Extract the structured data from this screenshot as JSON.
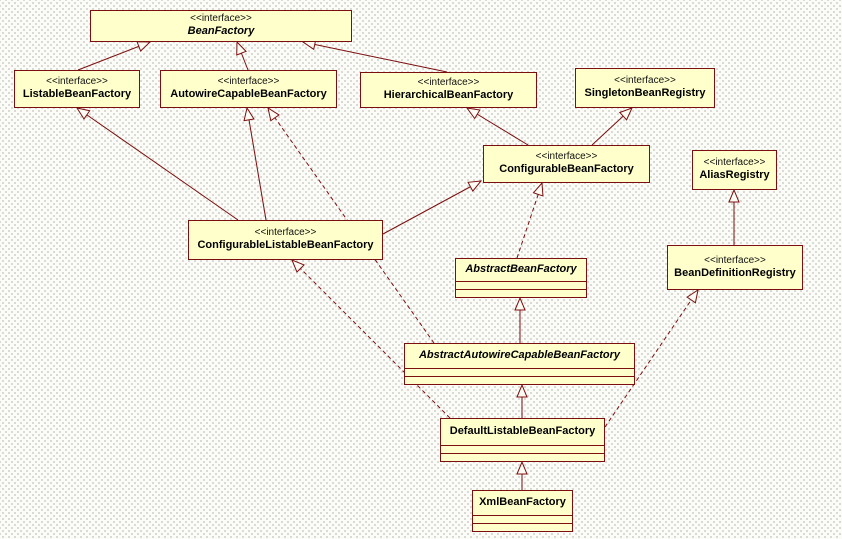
{
  "diagram": {
    "title": "Spring BeanFactory class hierarchy UML diagram",
    "stereotype_label": "<<interface>>",
    "colors": {
      "node_fill": "#ffffcc",
      "node_border": "#7c0f0f",
      "edge_line": "#7c0f0f",
      "background": "#fbfbf7",
      "background_dot": "#cfcfc9"
    },
    "nodes": [
      {
        "id": "BeanFactory",
        "name": "BeanFactory",
        "kind": "interface",
        "abstract": true
      },
      {
        "id": "ListableBeanFactory",
        "name": "ListableBeanFactory",
        "kind": "interface",
        "abstract": false
      },
      {
        "id": "AutowireCapableBeanFactory",
        "name": "AutowireCapableBeanFactory",
        "kind": "interface",
        "abstract": false
      },
      {
        "id": "HierarchicalBeanFactory",
        "name": "HierarchicalBeanFactory",
        "kind": "interface",
        "abstract": false
      },
      {
        "id": "SingletonBeanRegistry",
        "name": "SingletonBeanRegistry",
        "kind": "interface",
        "abstract": false
      },
      {
        "id": "ConfigurableBeanFactory",
        "name": "ConfigurableBeanFactory",
        "kind": "interface",
        "abstract": false
      },
      {
        "id": "AliasRegistry",
        "name": "AliasRegistry",
        "kind": "interface",
        "abstract": false
      },
      {
        "id": "ConfigurableListableBeanFactory",
        "name": "ConfigurableListableBeanFactory",
        "kind": "interface",
        "abstract": false
      },
      {
        "id": "AbstractBeanFactory",
        "name": "AbstractBeanFactory",
        "kind": "class",
        "abstract": true
      },
      {
        "id": "BeanDefinitionRegistry",
        "name": "BeanDefinitionRegistry",
        "kind": "interface",
        "abstract": false
      },
      {
        "id": "AbstractAutowireCapableBeanFactory",
        "name": "AbstractAutowireCapableBeanFactory",
        "kind": "class",
        "abstract": true
      },
      {
        "id": "DefaultListableBeanFactory",
        "name": "DefaultListableBeanFactory",
        "kind": "class",
        "abstract": false
      },
      {
        "id": "XmlBeanFactory",
        "name": "XmlBeanFactory",
        "kind": "class",
        "abstract": false
      }
    ],
    "edges": [
      {
        "from": "ListableBeanFactory",
        "to": "BeanFactory",
        "line": "solid",
        "relation": "extends"
      },
      {
        "from": "AutowireCapableBeanFactory",
        "to": "BeanFactory",
        "line": "solid",
        "relation": "extends"
      },
      {
        "from": "HierarchicalBeanFactory",
        "to": "BeanFactory",
        "line": "solid",
        "relation": "extends"
      },
      {
        "from": "ConfigurableBeanFactory",
        "to": "HierarchicalBeanFactory",
        "line": "solid",
        "relation": "extends"
      },
      {
        "from": "ConfigurableBeanFactory",
        "to": "SingletonBeanRegistry",
        "line": "solid",
        "relation": "extends"
      },
      {
        "from": "ConfigurableListableBeanFactory",
        "to": "ListableBeanFactory",
        "line": "solid",
        "relation": "extends"
      },
      {
        "from": "ConfigurableListableBeanFactory",
        "to": "AutowireCapableBeanFactory",
        "line": "solid",
        "relation": "extends"
      },
      {
        "from": "ConfigurableListableBeanFactory",
        "to": "ConfigurableBeanFactory",
        "line": "solid",
        "relation": "extends"
      },
      {
        "from": "AbstractBeanFactory",
        "to": "ConfigurableBeanFactory",
        "line": "dashed",
        "relation": "implements"
      },
      {
        "from": "AbstractAutowireCapableBeanFactory",
        "to": "AbstractBeanFactory",
        "line": "solid",
        "relation": "extends"
      },
      {
        "from": "AbstractAutowireCapableBeanFactory",
        "to": "AutowireCapableBeanFactory",
        "line": "dashed",
        "relation": "implements"
      },
      {
        "from": "DefaultListableBeanFactory",
        "to": "AbstractAutowireCapableBeanFactory",
        "line": "solid",
        "relation": "extends"
      },
      {
        "from": "DefaultListableBeanFactory",
        "to": "ConfigurableListableBeanFactory",
        "line": "dashed",
        "relation": "implements"
      },
      {
        "from": "DefaultListableBeanFactory",
        "to": "BeanDefinitionRegistry",
        "line": "dashed",
        "relation": "implements"
      },
      {
        "from": "BeanDefinitionRegistry",
        "to": "AliasRegistry",
        "line": "solid",
        "relation": "extends"
      },
      {
        "from": "XmlBeanFactory",
        "to": "DefaultListableBeanFactory",
        "line": "solid",
        "relation": "extends"
      }
    ]
  }
}
